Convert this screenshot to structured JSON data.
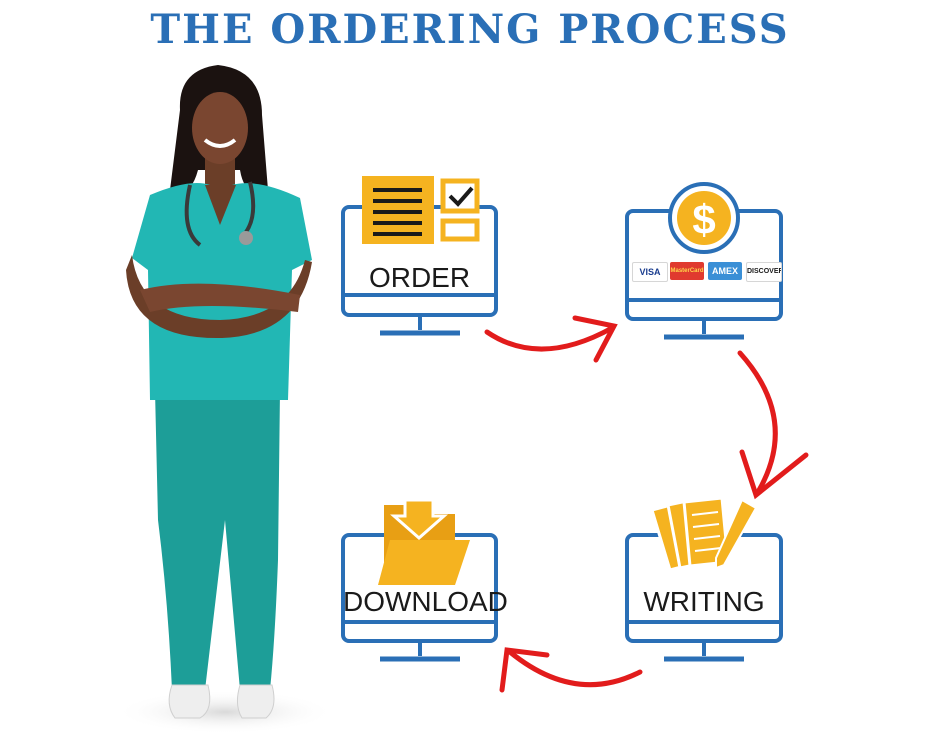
{
  "title": "THE ORDERING PROCESS",
  "colors": {
    "title": "#2a6fb6",
    "monitor": "#2a6fb6",
    "accent": "#f5b320",
    "arrow": "#e21c1c",
    "scrubs": "#1fb3b0"
  },
  "steps": [
    {
      "label": "ORDER",
      "icon": "order-form-icon"
    },
    {
      "label": "",
      "icon": "dollar-coin-icon",
      "cards": [
        "VISA",
        "MasterCard",
        "AMEX",
        "DISCOVER"
      ]
    },
    {
      "label": "WRITING",
      "icon": "papers-pen-icon"
    },
    {
      "label": "DOWNLOAD",
      "icon": "folder-download-icon"
    }
  ],
  "figure": "nurse-photo"
}
